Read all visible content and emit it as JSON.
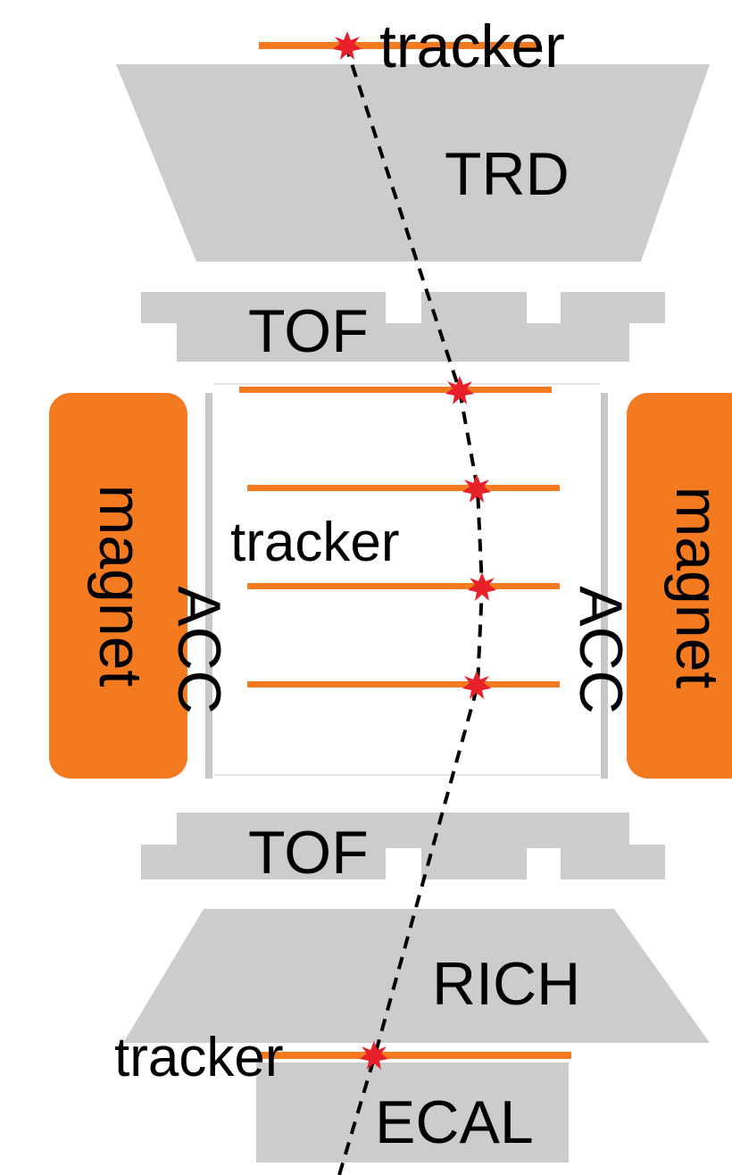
{
  "labels": {
    "tracker_top": "tracker",
    "trd": "TRD",
    "tof_upper": "TOF",
    "magnet_left": "magnet",
    "acc_left": "ACC",
    "tracker_mid": "tracker",
    "acc_right": "ACC",
    "magnet_right": "magnet",
    "tof_lower": "TOF",
    "rich": "RICH",
    "tracker_bottom": "tracker",
    "ecal": "ECAL"
  },
  "colors": {
    "detector_gray": "#cccccc",
    "acc_bar_gray": "#c8c8c8",
    "magnet_orange": "#f47a20",
    "tracker_orange": "#f47a20",
    "hit_red": "#e8202a",
    "track_black": "#000000",
    "text_black": "#000000"
  }
}
